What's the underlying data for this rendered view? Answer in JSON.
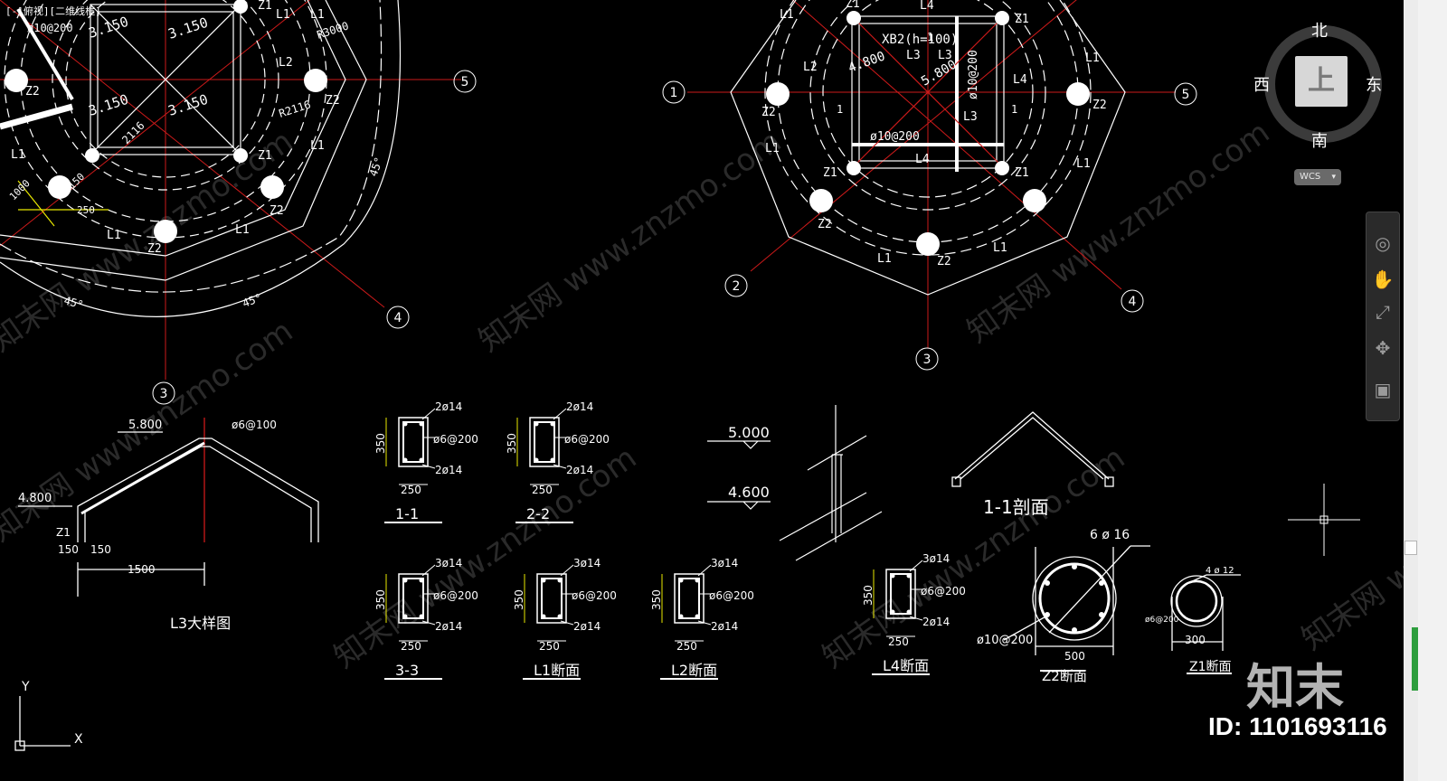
{
  "viewport_label": "[-]俯视][二维线框]",
  "viewcube": {
    "north": "北",
    "south": "南",
    "west": "西",
    "east": "东",
    "face": "上"
  },
  "wcs_label": "WCS",
  "nav_tools": [
    "steering-wheel",
    "pan",
    "zoom",
    "orbit",
    "showmotion"
  ],
  "brand_text": "知末",
  "id_text": "ID: 1101693116",
  "watermark": "知末网 www.znzmo.com",
  "colors": {
    "background": "#000000",
    "line": "#ffffff",
    "axis": "#cc1a1a",
    "dim": "#e8e800"
  },
  "plan_left": {
    "labels": [
      "Z1",
      "Z1",
      "Z2",
      "Z2",
      "Z2",
      "Z2",
      "L1",
      "L1",
      "L1",
      "L1",
      "L1",
      "L1",
      "L2",
      "3.150",
      "3.150",
      "3.150",
      "3.150",
      "2116",
      "R3000",
      "R2116",
      "45°",
      "45°",
      "45°",
      "250",
      "150",
      "1000",
      "ø10@200"
    ],
    "axes": [
      "5",
      "4",
      "3"
    ]
  },
  "plan_right": {
    "slab": "XB2(h=100)",
    "labels": [
      "Z1",
      "Z1",
      "Z1",
      "Z1",
      "Z2",
      "Z2",
      "Z2",
      "Z2",
      "L1",
      "L1",
      "L1",
      "L1",
      "L1",
      "L1",
      "L2",
      "L3",
      "L3",
      "L3",
      "L4",
      "L4",
      "L4",
      "4.800",
      "5.800",
      "ø10@200",
      "ø10@200",
      "1",
      "1",
      "1"
    ],
    "axes": [
      "1",
      "2",
      "3",
      "4",
      "5"
    ]
  },
  "l3_detail": {
    "title": "L3大样图",
    "elev_top": "5.800",
    "elev_left": "4.800",
    "rebar": "ø6@100",
    "dim_span": "1500",
    "dim_left": "150",
    "dim_right": "150",
    "col": "Z1"
  },
  "sections": [
    {
      "title": "1-1",
      "top": "2ø14",
      "stirrup": "ø6@200",
      "bottom": "2ø14",
      "h": "350",
      "w": "250"
    },
    {
      "title": "2-2",
      "top": "2ø14",
      "stirrup": "ø6@200",
      "bottom": "2ø14",
      "h": "350",
      "w": "250"
    },
    {
      "title": "3-3",
      "top": "3ø14",
      "stirrup": "ø6@200",
      "bottom": "2ø14",
      "h": "350",
      "w": "250"
    },
    {
      "title": "L1断面",
      "top": "3ø14",
      "stirrup": "ø6@200",
      "bottom": "2ø14",
      "h": "350",
      "w": "250"
    },
    {
      "title": "L2断面",
      "top": "3ø14",
      "stirrup": "ø6@200",
      "bottom": "2ø14",
      "h": "350",
      "w": "250"
    },
    {
      "title": "L4断面",
      "top": "3ø14",
      "stirrup": "ø6@200",
      "bottom": "2ø14",
      "h": "350",
      "w": "250"
    }
  ],
  "elevations": {
    "e1": "5.000",
    "e2": "4.600"
  },
  "section_11": {
    "title": "1-1剖面"
  },
  "z2": {
    "title": "Z2断面",
    "rebar": "6 ø 16",
    "stirrup": "ø10@200",
    "dia": "500"
  },
  "z1": {
    "title": "Z1断面",
    "rebar": "4 ø 12",
    "stirrup": "ø6@200",
    "dia": "300"
  },
  "ucs": {
    "x": "X",
    "y": "Y"
  }
}
